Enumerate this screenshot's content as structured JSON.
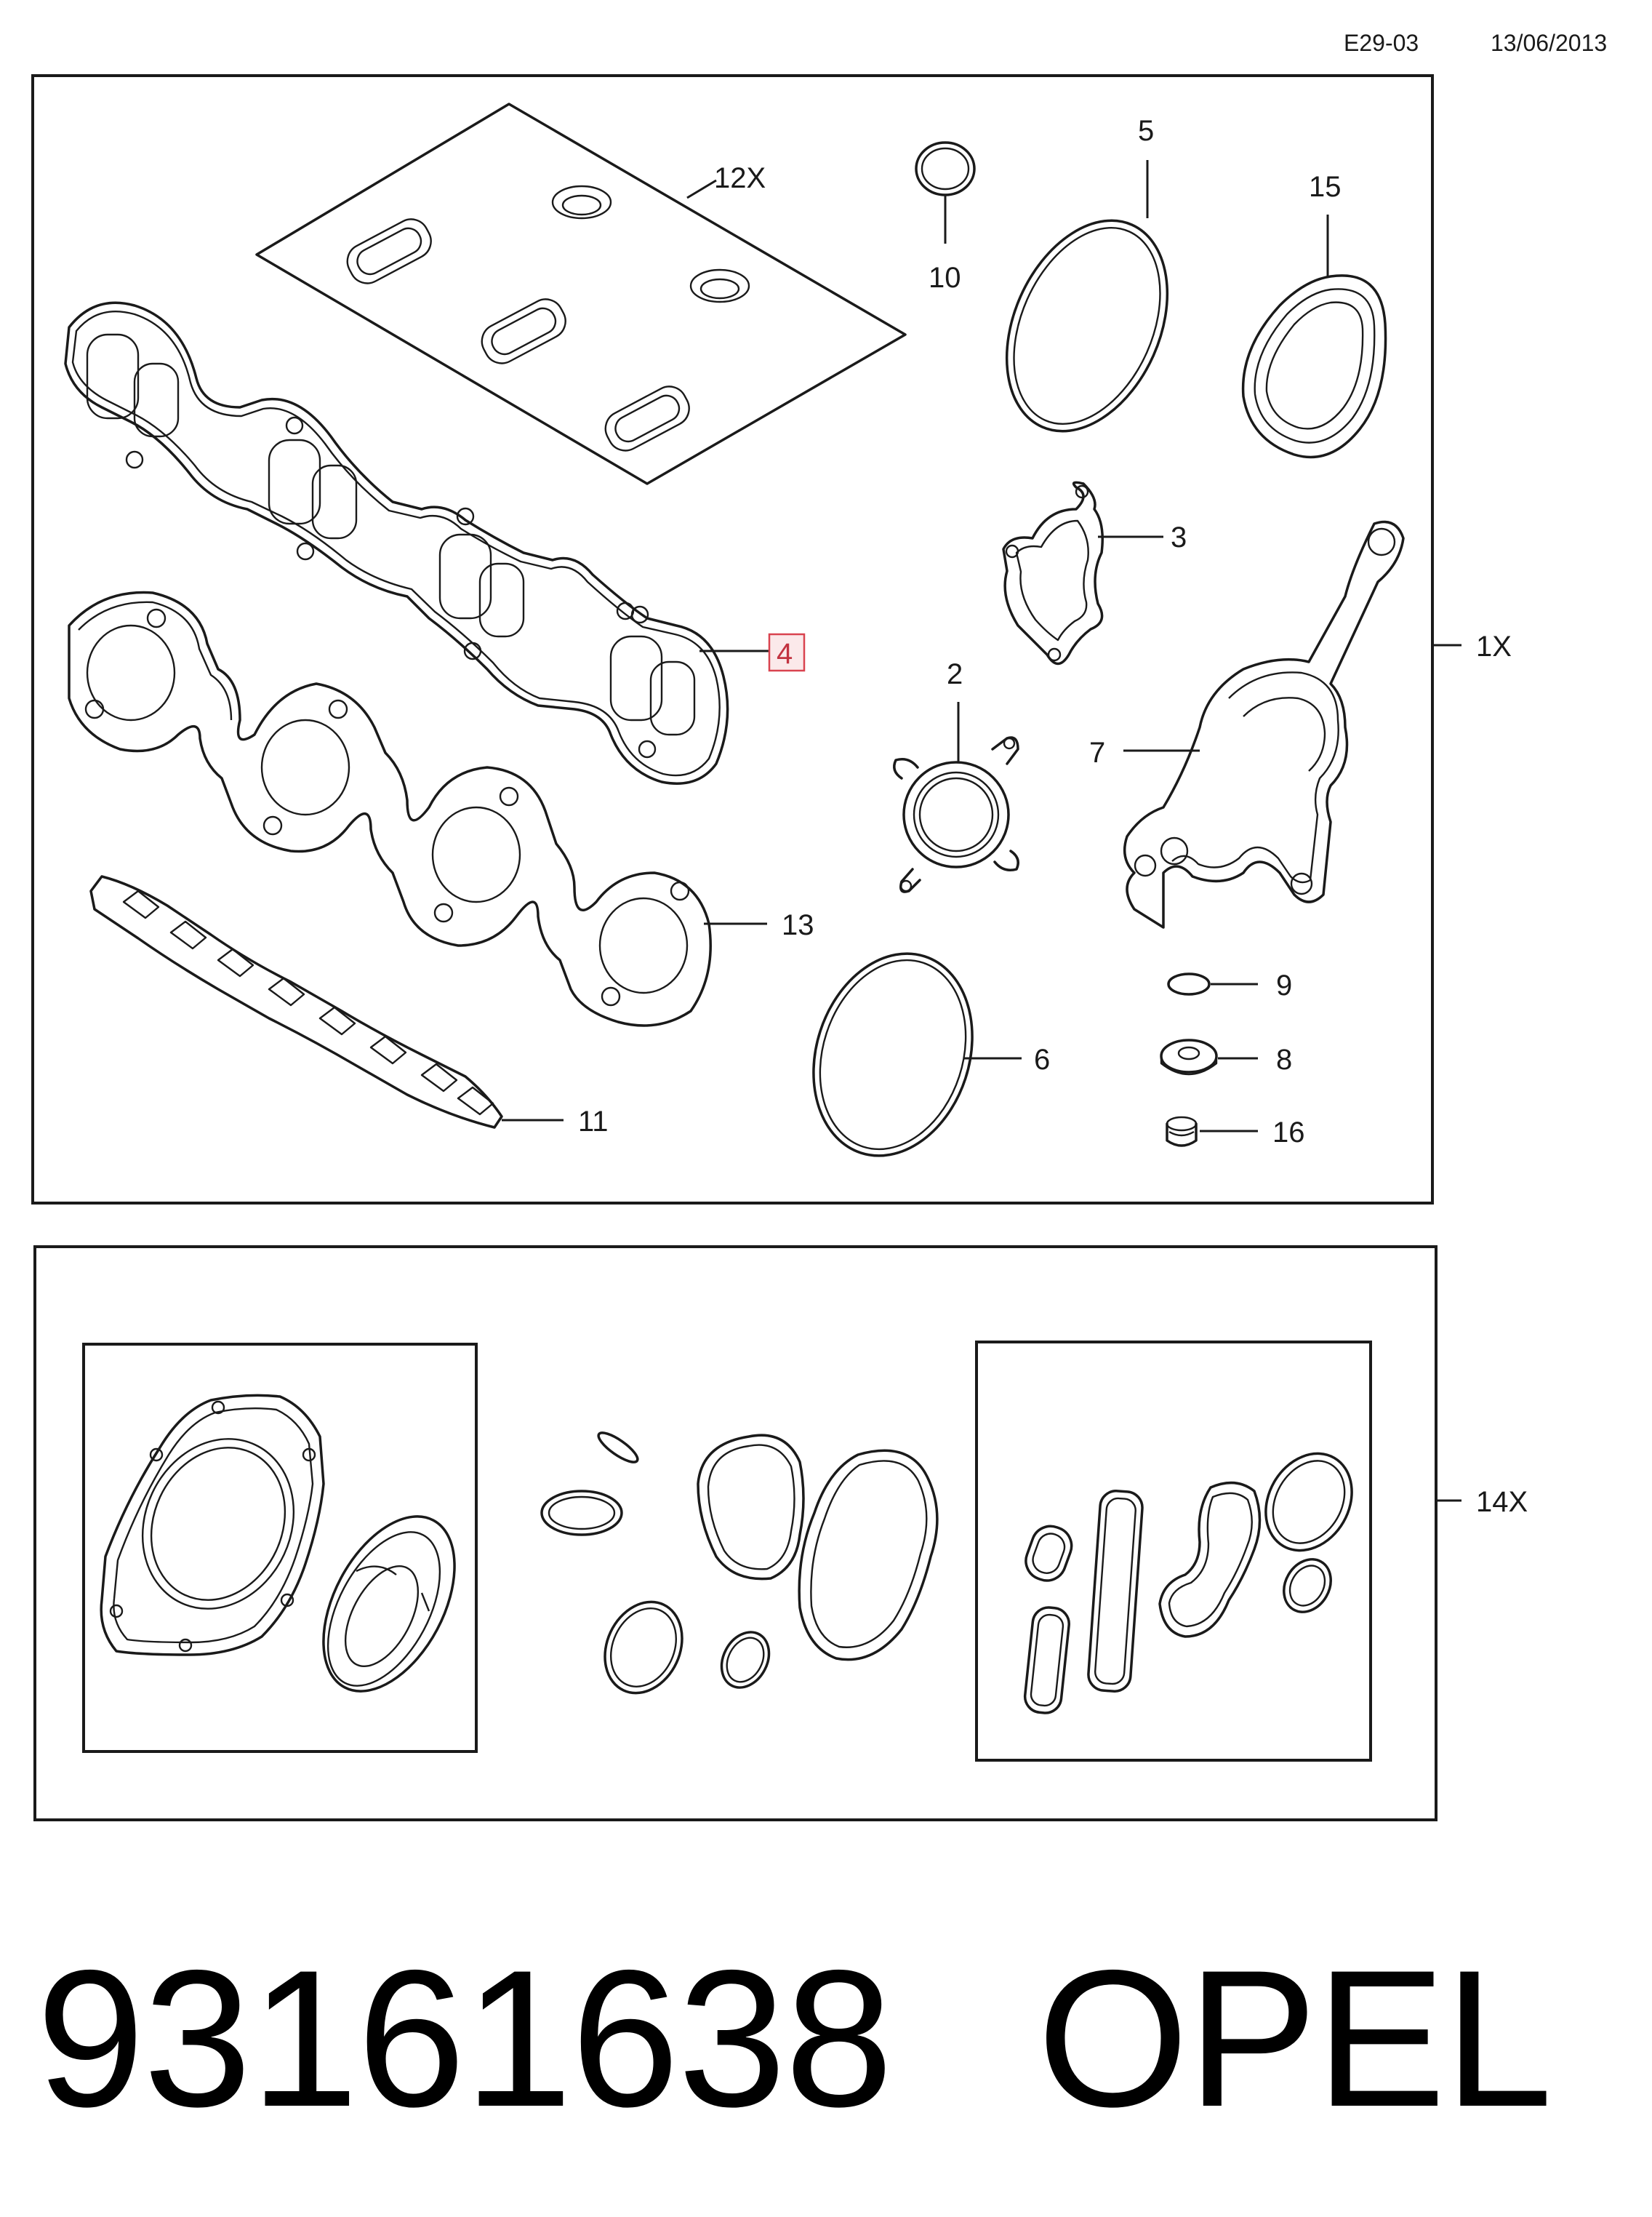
{
  "header": {
    "code": "E29-03",
    "date": "13/06/2013"
  },
  "callouts": {
    "c1x": "1X",
    "c2": "2",
    "c3": "3",
    "c4": "4",
    "c5": "5",
    "c6": "6",
    "c7": "7",
    "c8": "8",
    "c9": "9",
    "c10": "10",
    "c11": "11",
    "c12x": "12X",
    "c13": "13",
    "c14x": "14X",
    "c15": "15",
    "c16": "16"
  },
  "highlight": {
    "color": "#d9434f",
    "fill": "#fbe9ea"
  },
  "footer": {
    "part_number": "93161638",
    "brand": "OPEL"
  }
}
